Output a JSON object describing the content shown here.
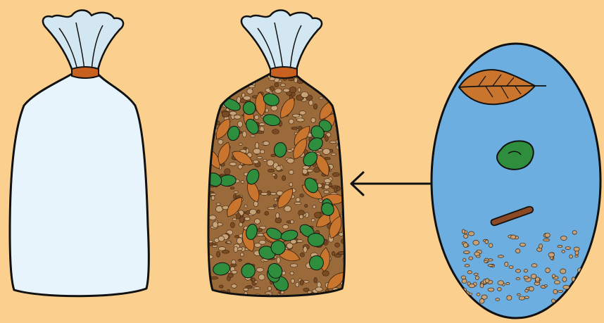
{
  "colors": {
    "background": "#FBD08E",
    "bag_body": "#E8F4FC",
    "bag_top": "#D3E7F3",
    "tie": "#C8611F",
    "outline": "#111111",
    "oval_fill": "#6DAEE0",
    "leaf": "#C9752E",
    "bean": "#2F8E3D",
    "twig": "#8B4A25",
    "soil": "#C8A277",
    "soil_dark": "#7A4A22"
  },
  "scene": {
    "empty_bag": {
      "icon": "empty-plastic-bag"
    },
    "filled_bag": {
      "icon": "bag-filled-with-soil-leaves-beans"
    },
    "arrow": {
      "icon": "left-arrow",
      "direction": "left"
    },
    "ingredients": {
      "icon": "ingredients-oval",
      "items": [
        "dry-leaf-icon",
        "green-bean-icon",
        "twig-icon",
        "soil-crumbs-icon"
      ]
    }
  }
}
